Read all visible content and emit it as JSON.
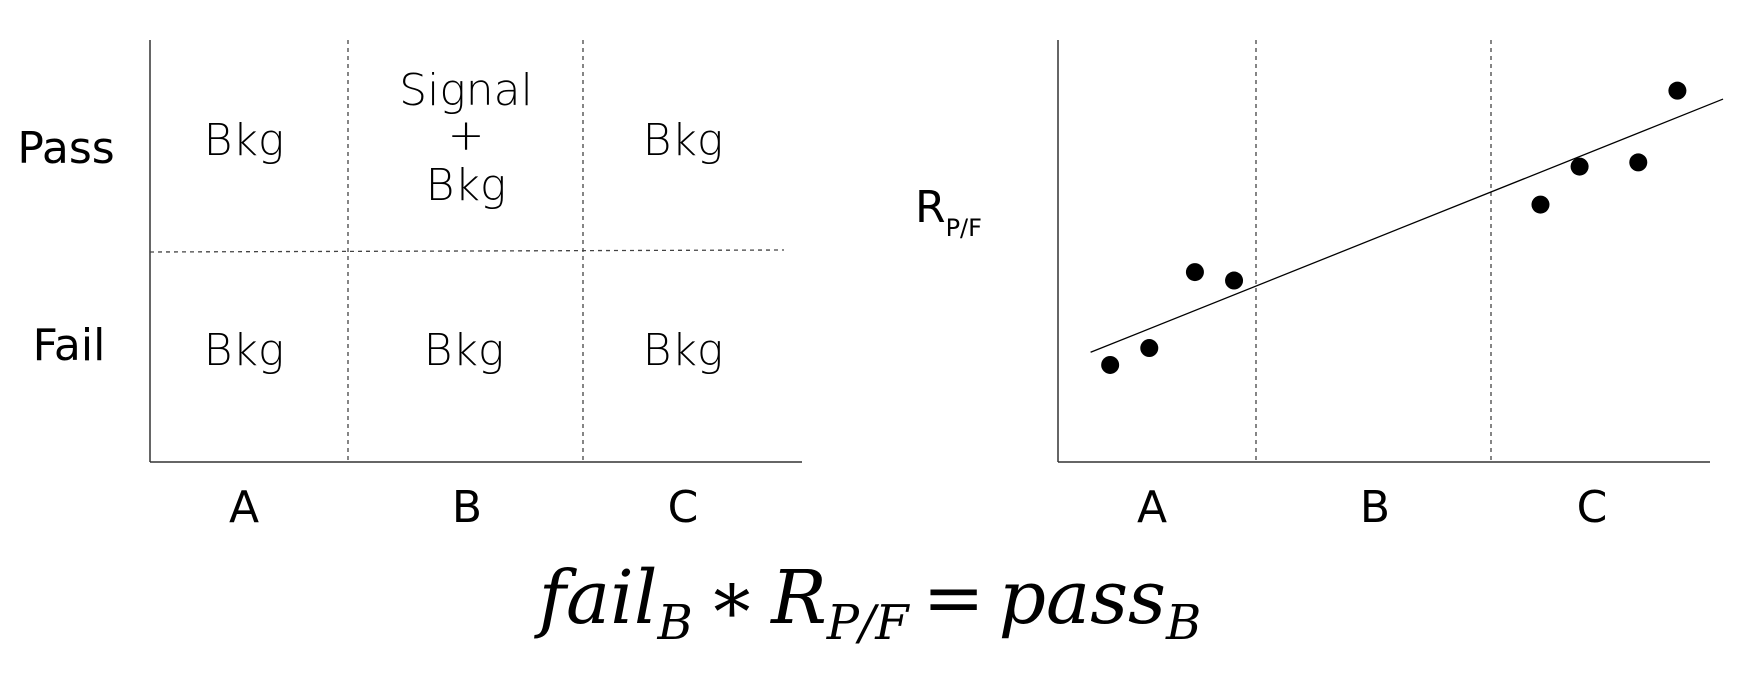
{
  "left_panel": {
    "row_labels": [
      "Pass",
      "Fail"
    ],
    "column_labels": [
      "A",
      "B",
      "C"
    ],
    "cells": {
      "pass": {
        "A": "Bkg",
        "B": [
          "Signal",
          "+",
          "Bkg"
        ],
        "C": "Bkg"
      },
      "fail": {
        "A": "Bkg",
        "B": "Bkg",
        "C": "Bkg"
      }
    }
  },
  "right_panel": {
    "y_label": "R",
    "y_label_subscript": "P/F",
    "column_labels": [
      "A",
      "B",
      "C"
    ],
    "points": [
      {
        "region": "A",
        "x": 0.08,
        "y": 0.23
      },
      {
        "region": "A",
        "x": 0.14,
        "y": 0.27
      },
      {
        "region": "A",
        "x": 0.21,
        "y": 0.45
      },
      {
        "region": "A",
        "x": 0.27,
        "y": 0.43
      },
      {
        "region": "C",
        "x": 0.74,
        "y": 0.61
      },
      {
        "region": "C",
        "x": 0.8,
        "y": 0.7
      },
      {
        "region": "C",
        "x": 0.89,
        "y": 0.71
      },
      {
        "region": "C",
        "x": 0.95,
        "y": 0.88
      }
    ],
    "fit_line": {
      "start": [
        0.05,
        0.26
      ],
      "end": [
        1.02,
        0.86
      ]
    }
  },
  "equation": {
    "term1": "fail",
    "term1_subscript": "B",
    "operator": "∗",
    "term2": "R",
    "term2_subscript": "P/F",
    "equals": "=",
    "term3": "pass",
    "term3_subscript": "B"
  }
}
